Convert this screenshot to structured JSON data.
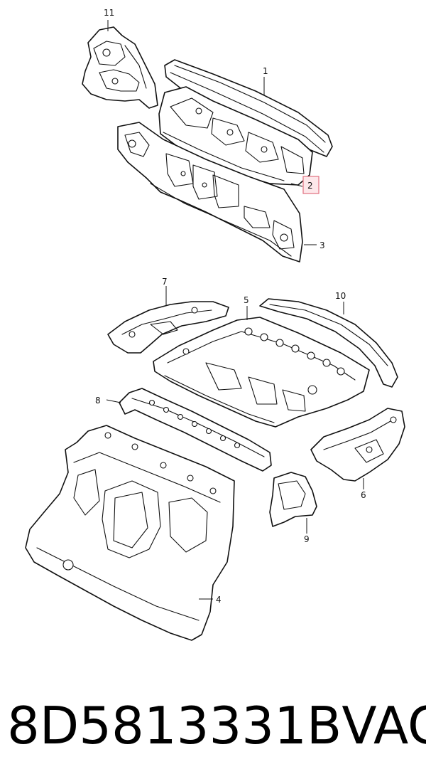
{
  "callouts": {
    "c1": "1",
    "c2": "2",
    "c3": "3",
    "c4": "4",
    "c5": "5",
    "c6": "6",
    "c7": "7",
    "c8": "8",
    "c9": "9",
    "c10": "10",
    "c11": "11"
  },
  "highlight_color": "#e0707f",
  "part_number": "8D5813331B",
  "brand": "VAG"
}
